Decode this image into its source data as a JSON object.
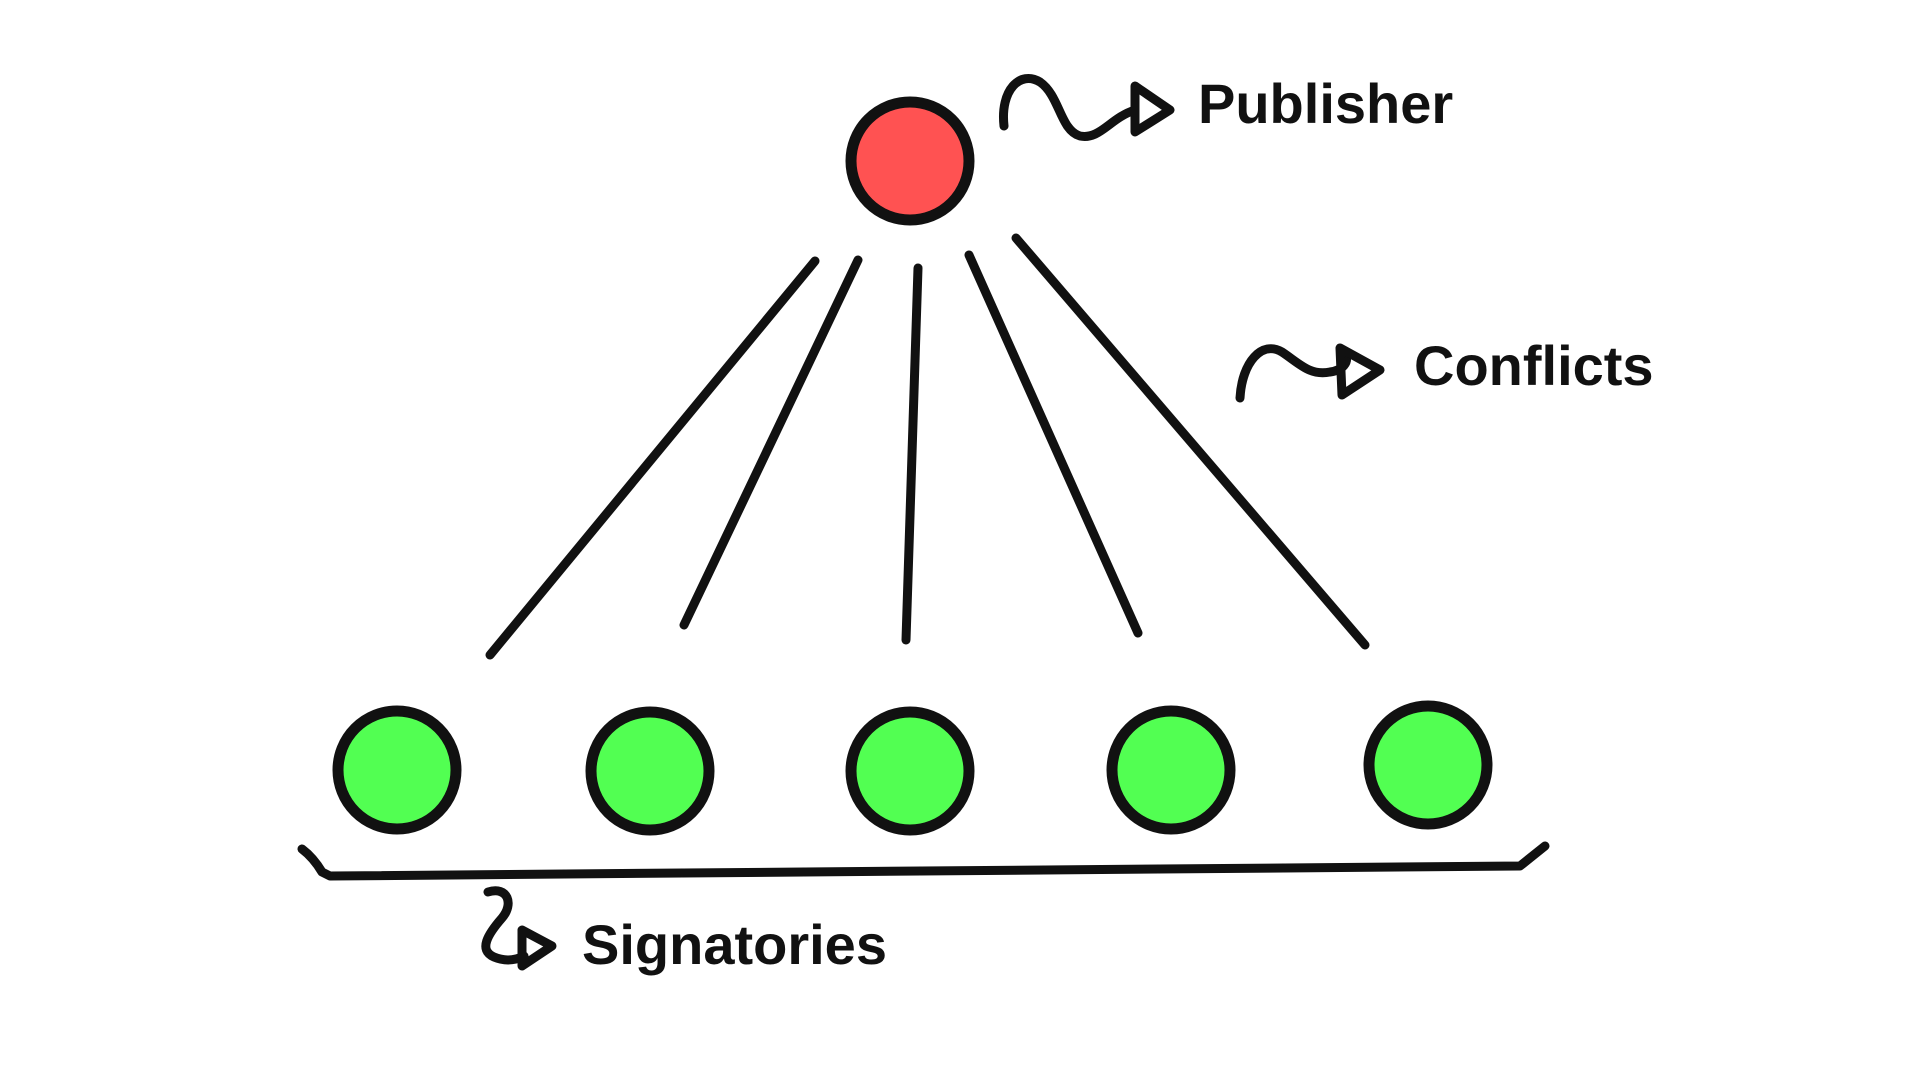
{
  "labels": {
    "publisher": "Publisher",
    "conflicts": "Conflicts",
    "signatories": "Signatories"
  },
  "colors": {
    "publisher_fill": "#ff5252",
    "signatory_fill": "#52ff52",
    "ink": "#111111",
    "background": "#ffffff"
  },
  "nodes": {
    "publisher_count": 1,
    "signatory_count": 5,
    "connection_count": 5
  }
}
